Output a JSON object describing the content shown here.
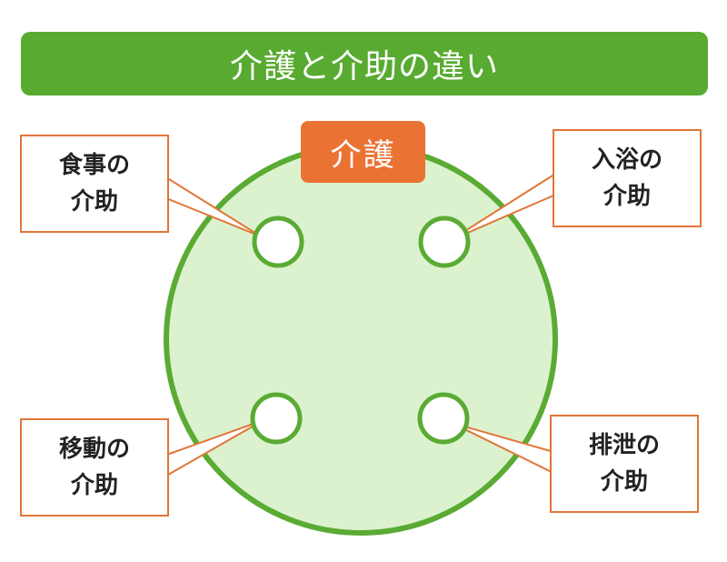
{
  "header": {
    "title": "介護と介助の違い"
  },
  "core": {
    "label": "介護"
  },
  "callouts": [
    {
      "line1": "食事の",
      "line2": "介助"
    },
    {
      "line1": "入浴の",
      "line2": "介助"
    },
    {
      "line1": "移動の",
      "line2": "介助"
    },
    {
      "line1": "排泄の",
      "line2": "介助"
    }
  ],
  "colors": {
    "title_bg": "#58ab30",
    "circle_fill": "#dcf2cf",
    "circle_stroke": "#5aab34",
    "core_label_bg": "#ea7334",
    "callout_border": "#e07636"
  }
}
